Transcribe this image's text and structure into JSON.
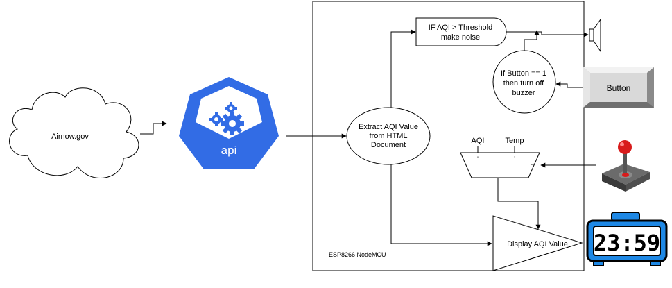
{
  "nodes": {
    "cloud": {
      "label": "Airnow.gov"
    },
    "api": {
      "label": "api"
    },
    "extract": {
      "lines": [
        "Extract AQI Value",
        "from HTML",
        "Document"
      ]
    },
    "threshold": {
      "lines": [
        "IF AQI > Threshold",
        "make noise"
      ]
    },
    "button_logic": {
      "lines": [
        "If Button == 1",
        "then turn off",
        "buzzer"
      ]
    },
    "button": {
      "label": "Button"
    },
    "mux": {
      "input_left": "AQI",
      "input_right": "Temp"
    },
    "display": {
      "label": "Display AQI Value"
    },
    "board": {
      "label": "ESP8266 NodeMCU"
    },
    "clock": {
      "time": "23:59"
    }
  },
  "colors": {
    "api_blue": "#326ce5",
    "clock_blue": "#1e88e5",
    "joystick_red": "#d81b1b",
    "button_gray": "#d9d9d9"
  },
  "icons": {
    "speaker": "speaker-icon",
    "joystick": "joystick-icon",
    "clock": "digital-clock-icon",
    "api": "api-gears-icon"
  }
}
